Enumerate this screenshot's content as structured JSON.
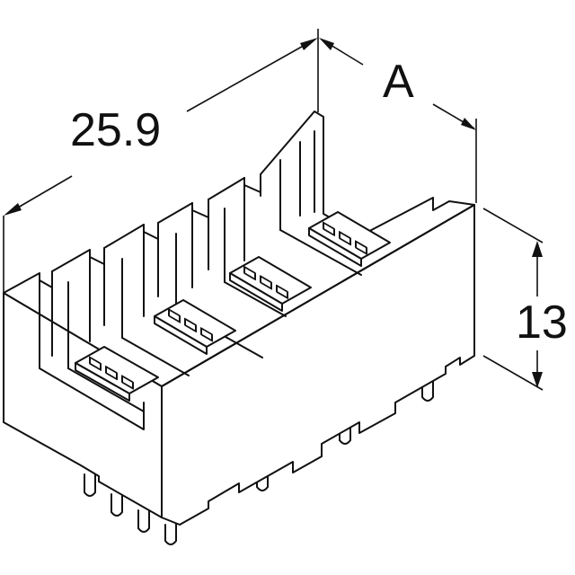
{
  "dimensions": {
    "length_label": "25.9",
    "depth_label": "A",
    "height_label": "13"
  }
}
